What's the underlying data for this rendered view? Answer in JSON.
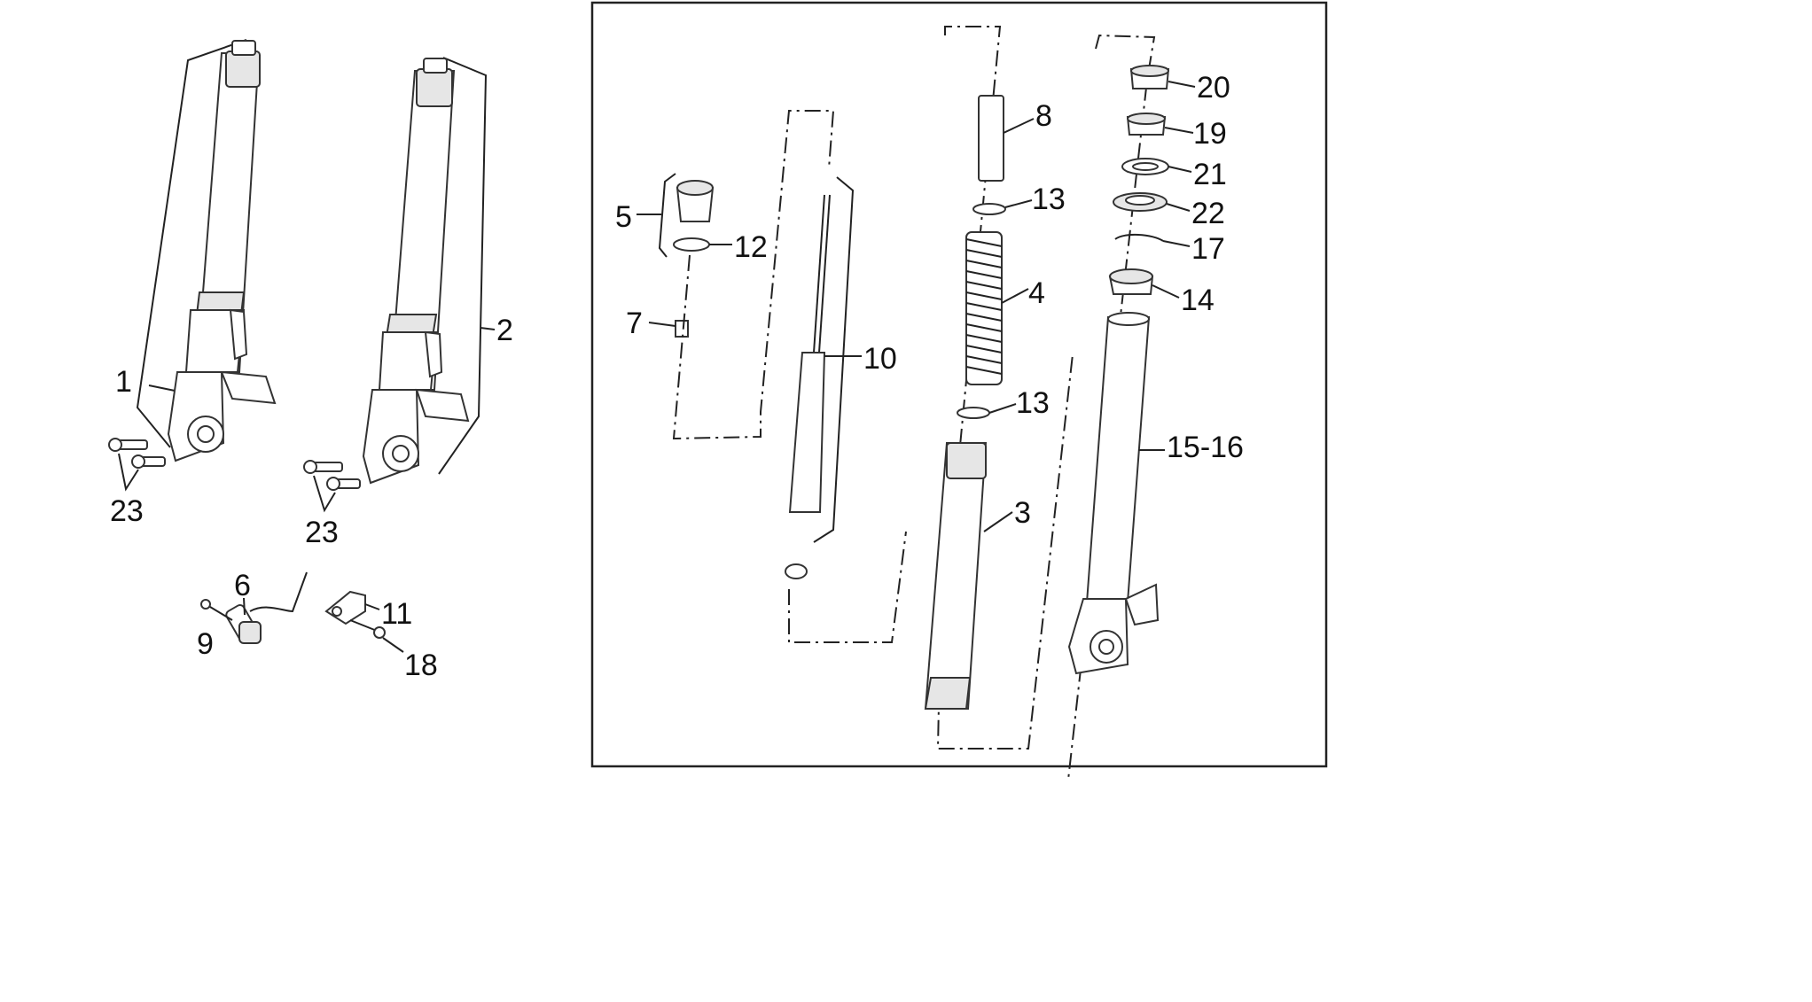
{
  "labels": {
    "p1": "1",
    "p2": "2",
    "p3": "3",
    "p4": "4",
    "p5": "5",
    "p6": "6",
    "p7": "7",
    "p8": "8",
    "p9": "9",
    "p10": "10",
    "p11": "11",
    "p12": "12",
    "p13a": "13",
    "p13b": "13",
    "p14": "14",
    "p15_16": "15-16",
    "p17": "17",
    "p18": "18",
    "p19": "19",
    "p20": "20",
    "p21": "21",
    "p22": "22",
    "p23a": "23",
    "p23b": "23"
  },
  "colors": {
    "line": "#222222",
    "background": "#ffffff",
    "shade": "#e6e6e6"
  }
}
